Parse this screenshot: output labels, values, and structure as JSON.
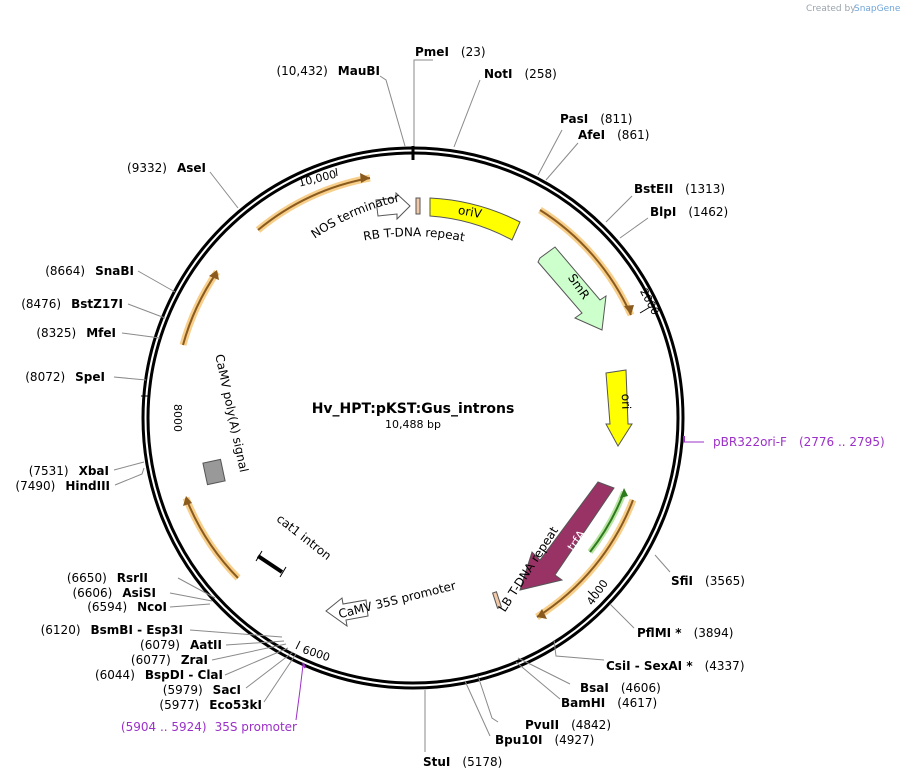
{
  "credit": {
    "prefix": "Created by",
    "brand": "SnapGene"
  },
  "plasmid": {
    "name": "Hv_HPT:pKST:Gus_introns",
    "length_label": "10,488 bp"
  },
  "ticks": [
    "10,000",
    "2000",
    "4000",
    "6000",
    "8000"
  ],
  "enzymes": [
    {
      "name": "PmeI",
      "pos": "(23)"
    },
    {
      "name": "NotI",
      "pos": "(258)"
    },
    {
      "name": "MauBI",
      "pos": "(10,432)"
    },
    {
      "name": "PasI",
      "pos": "(811)"
    },
    {
      "name": "AfeI",
      "pos": "(861)"
    },
    {
      "name": "BstEII",
      "pos": "(1313)"
    },
    {
      "name": "BlpI",
      "pos": "(1462)"
    },
    {
      "name": "AseI",
      "pos": "(9332)"
    },
    {
      "name": "SnaBI",
      "pos": "(8664)"
    },
    {
      "name": "BstZ17I",
      "pos": "(8476)"
    },
    {
      "name": "MfeI",
      "pos": "(8325)"
    },
    {
      "name": "SpeI",
      "pos": "(8072)"
    },
    {
      "name": "XbaI",
      "pos": "(7531)"
    },
    {
      "name": "HindIII",
      "pos": "(7490)"
    },
    {
      "name": "SfiI",
      "pos": "(3565)"
    },
    {
      "name": "PflMI *",
      "pos": "(3894)"
    },
    {
      "name": "CsiI  - SexAI *",
      "pos": "(4337)"
    },
    {
      "name": "BsaI",
      "pos": "(4606)"
    },
    {
      "name": "BamHI",
      "pos": "(4617)"
    },
    {
      "name": "PvuII",
      "pos": "(4842)"
    },
    {
      "name": "Bpu10I",
      "pos": "(4927)"
    },
    {
      "name": "StuI",
      "pos": "(5178)"
    },
    {
      "name": "RsrII",
      "pos": "(6650)"
    },
    {
      "name": "AsiSI",
      "pos": "(6606)"
    },
    {
      "name": "NcoI",
      "pos": "(6594)"
    },
    {
      "name": "BsmBI  - Esp3I",
      "pos": "(6120)"
    },
    {
      "name": "AatII",
      "pos": "(6079)"
    },
    {
      "name": "ZraI",
      "pos": "(6077)"
    },
    {
      "name": "BspDI  - ClaI",
      "pos": "(6044)"
    },
    {
      "name": "SacI",
      "pos": "(5979)"
    },
    {
      "name": "Eco53kI",
      "pos": "(5977)"
    }
  ],
  "primers": [
    {
      "name": "pBR322ori-F",
      "range": "(2776 .. 2795)"
    },
    {
      "name": "35S promoter",
      "range": "(5904 .. 5924)"
    }
  ],
  "features": {
    "oriV": "oriV",
    "SmR": "SmR",
    "ori": "ori",
    "trfA": "trfA",
    "lb": "LB T-DNA repeat",
    "rb": "RB T-DNA repeat",
    "nos": "NOS terminator",
    "camv35s": "CaMV 35S promoter",
    "cat1": "cat1 intron",
    "polyA": "CaMV poly(A) signal"
  },
  "colors": {
    "yellow": "#ffff00",
    "smr": "#ccffcc",
    "trfA": "#993366",
    "orf": "#f0a830",
    "primer": "#9b30c8",
    "grey": "#999999"
  }
}
